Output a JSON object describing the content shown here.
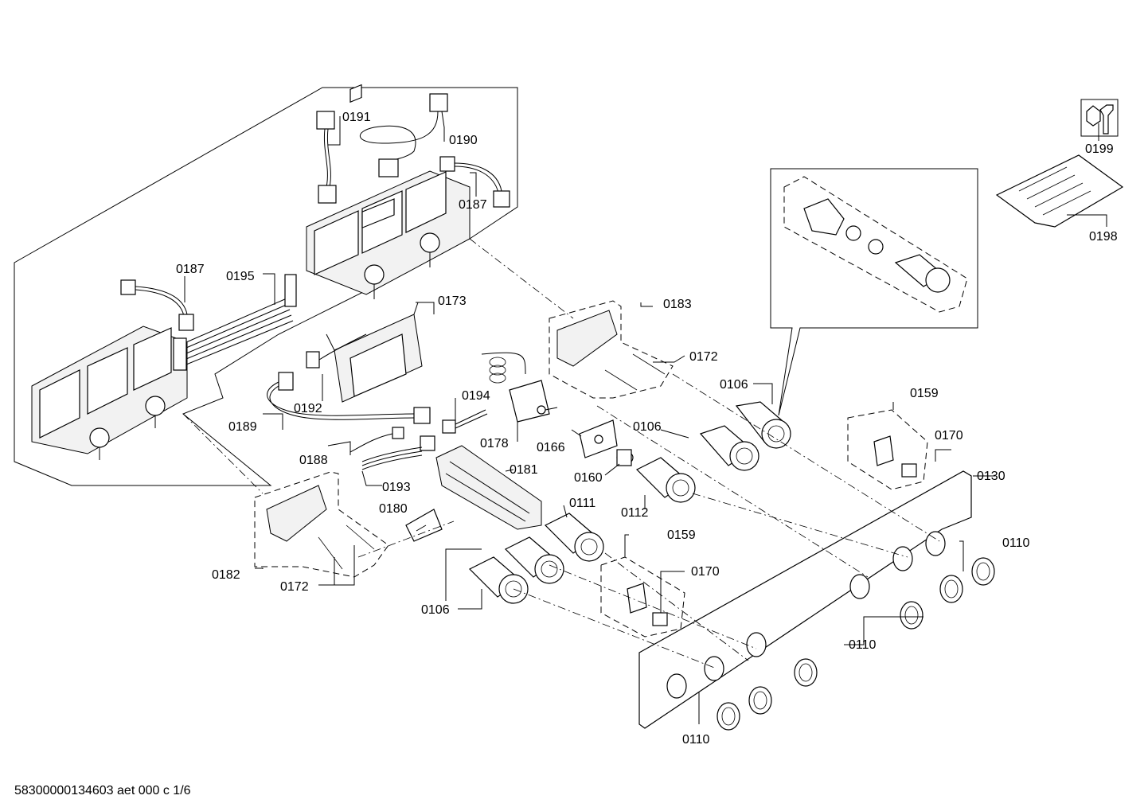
{
  "labels": {
    "l0191": "0191",
    "l0190": "0190",
    "l0187a": "0187",
    "l0187b": "0187",
    "l0195": "0195",
    "l0173": "0173",
    "l0192": "0192",
    "l0189": "0189",
    "l0194": "0194",
    "l0178": "0178",
    "l0166": "0166",
    "l0188": "0188",
    "l0193": "0193",
    "l0181": "0181",
    "l0160": "0160",
    "l0180": "0180",
    "l0111": "0111",
    "l0112": "0112",
    "l0182": "0182",
    "l0172a": "0172",
    "l0172b": "0172",
    "l0106a": "0106",
    "l0106b": "0106",
    "l0106c": "0106",
    "l0183": "0183",
    "l0159a": "0159",
    "l0159b": "0159",
    "l0170a": "0170",
    "l0170b": "0170",
    "l0130": "0130",
    "l0110a": "0110",
    "l0110b": "0110",
    "l0110c": "0110",
    "l0199": "0199",
    "l0198": "0198"
  },
  "footer": "58300000134603 aet 000 c 1/6",
  "icons": {
    "tool": "wrench-nut-icon",
    "bag": "screw-bag-icon"
  }
}
